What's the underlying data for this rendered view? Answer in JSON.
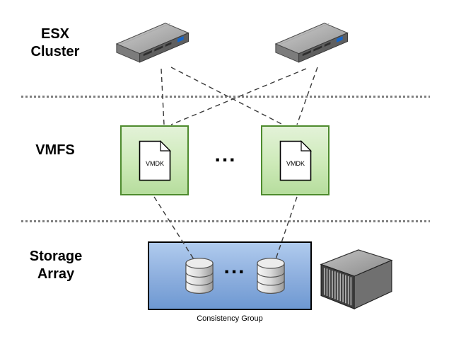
{
  "layers": {
    "esx": {
      "label_line1": "ESX",
      "label_line2": "Cluster"
    },
    "vmfs": {
      "label": "VMFS"
    },
    "storage": {
      "label_line1": "Storage",
      "label_line2": "Array"
    }
  },
  "vmfs_boxes": [
    {
      "file_label": "VMDK"
    },
    {
      "file_label": "VMDK"
    }
  ],
  "ellipsis_vmfs": "...",
  "ellipsis_storage": "...",
  "consistency_group": {
    "caption": "Consistency Group"
  },
  "colors": {
    "vmfs_box_fill_top": "#e3f2d8",
    "vmfs_box_fill_bottom": "#b6dd9d",
    "vmfs_box_border": "#4e8b2e",
    "cg_box_fill_top": "#b0cbee",
    "cg_box_fill_bottom": "#6e99d2",
    "cg_box_border": "#000000",
    "connector_line": "#3a3a3a",
    "divider_dots": "#7f7f7f",
    "server_led": "#1565c8"
  }
}
